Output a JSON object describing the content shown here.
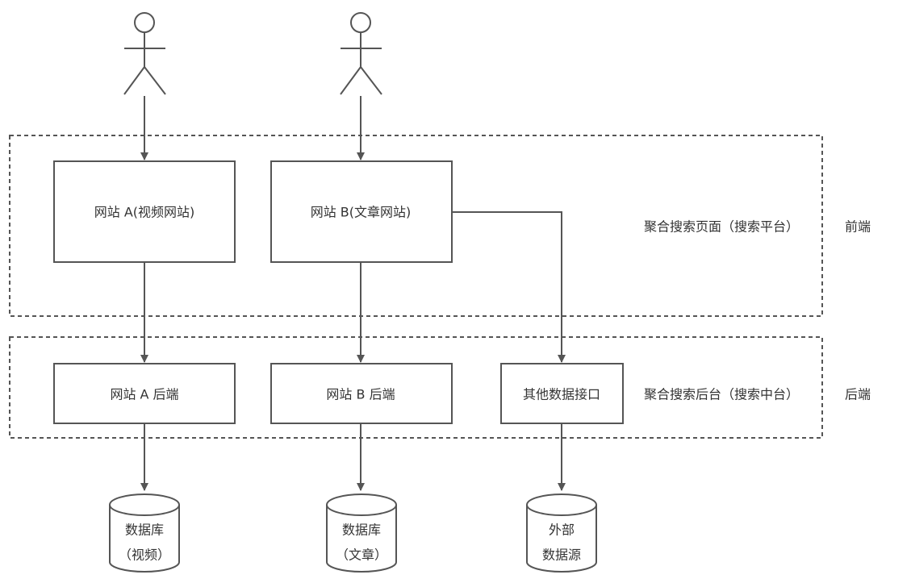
{
  "actors": [
    {
      "id": "user-a",
      "icon": "stick-figure-icon"
    },
    {
      "id": "user-b",
      "icon": "stick-figure-icon"
    }
  ],
  "layers": {
    "frontend": {
      "region_label": "聚合搜索页面（搜索平台）",
      "side_label": "前端"
    },
    "backend": {
      "region_label": "聚合搜索后台（搜索中台）",
      "side_label": "后端"
    }
  },
  "frontend_nodes": [
    {
      "id": "site-a",
      "label": "网站 A(视频网站)"
    },
    {
      "id": "site-b",
      "label": "网站 B(文章网站)"
    }
  ],
  "backend_nodes": [
    {
      "id": "site-a-backend",
      "label": "网站 A 后端"
    },
    {
      "id": "site-b-backend",
      "label": "网站 B 后端"
    },
    {
      "id": "other-data-api",
      "label": "其他数据接口"
    }
  ],
  "databases": [
    {
      "id": "db-video",
      "line1": "数据库",
      "line2": "（视频）"
    },
    {
      "id": "db-article",
      "line1": "数据库",
      "line2": "（文章）"
    },
    {
      "id": "db-external",
      "line1": "外部",
      "line2": "数据源"
    }
  ],
  "colors": {
    "stroke": "#555555",
    "text": "#333333",
    "background": "#ffffff"
  }
}
